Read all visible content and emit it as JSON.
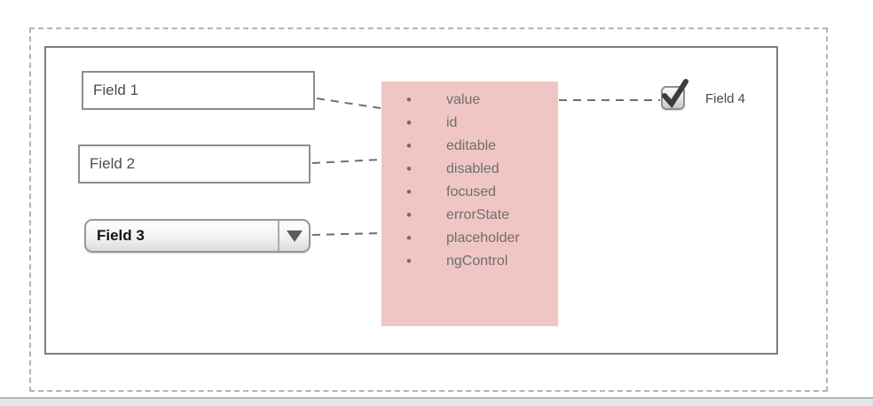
{
  "fields": [
    {
      "label": "Field 1",
      "control": "text-input"
    },
    {
      "label": "Field 2",
      "control": "text-input"
    },
    {
      "label": "Field 3",
      "control": "dropdown"
    },
    {
      "label": "Field 4",
      "control": "checkbox",
      "checked": true
    }
  ],
  "properties_panel": {
    "bullet_glyph": "•",
    "items": [
      "value",
      "id",
      "editable",
      "disabled",
      "focused",
      "errorState",
      "placeholder",
      "ngControl"
    ],
    "background_color": "#f0c6c4",
    "text_color": "#6e6e6e"
  },
  "colors": {
    "outer_dashed_border": "#b4b4b4",
    "inner_border": "#7e7e7e",
    "field_border": "#8d8d8d",
    "field_text": "#4d4d4d",
    "connector": "#6f6f6f",
    "checkmark": "#3c3c3c"
  }
}
